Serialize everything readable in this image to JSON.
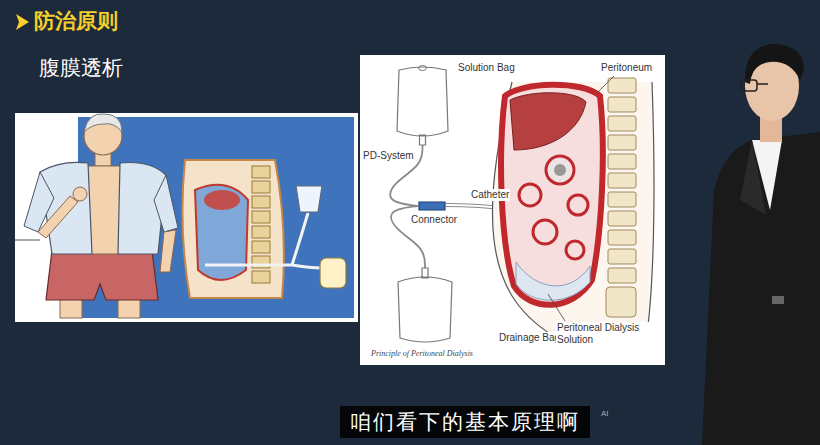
{
  "diagram": {
    "title": "防治原则",
    "caption": "Principle of Peritoneal Dialysis",
    "nodes": [
      {
        "text": [
          "Solution Bag"
        ]
      },
      {
        "text": [
          "Drainage Bag"
        ]
      },
      {
        "text": [
          "Connector"
        ]
      }
    ],
    "edges": [
      {
        "from": 0,
        "to": 2,
        "arrow": "none"
      },
      {
        "from": 1,
        "to": 2,
        "arrow": "none"
      }
    ],
    "labels": [
      "腹膜透析",
      "PD-System",
      "Catheter",
      "Peritoneum",
      "Peritoneal Dialysis Solution",
      "咱们看下的基本原理啊",
      "AI"
    ]
  }
}
